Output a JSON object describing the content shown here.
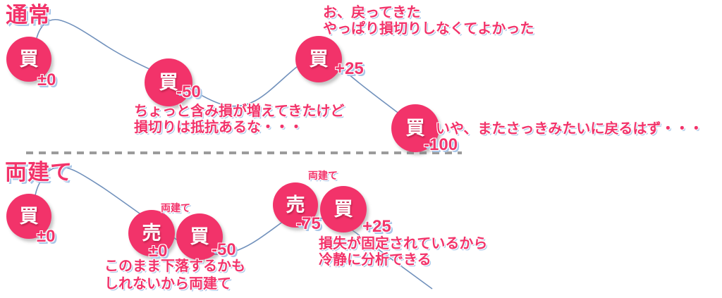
{
  "colors": {
    "pink": "#F2336A",
    "blue-shadow": "#A8C6E8",
    "curve": "#7191BC",
    "dash": "#9B9B9B"
  },
  "normal": {
    "title": "通常",
    "nodes": [
      {
        "label": "買",
        "value": "±0"
      },
      {
        "label": "買",
        "value": "-50"
      },
      {
        "label": "買",
        "value": "+25"
      },
      {
        "label": "買",
        "value": "-100"
      }
    ],
    "comments": [
      {
        "lines": [
          "ちょっと含み損が増えてきたけど",
          "損切りは抵抗あるな・・・"
        ]
      },
      {
        "lines": [
          "お、戻ってきた",
          "やっぱり損切りしなくてよかった"
        ]
      },
      {
        "lines": [
          "いや、またさっきみたいに戻るはず・・・"
        ]
      }
    ]
  },
  "hedge": {
    "title": "両建て",
    "entry_node": {
      "label": "買",
      "value": "±0"
    },
    "pairs": [
      {
        "tag": "両建て",
        "sell": {
          "label": "売",
          "value": "±0"
        },
        "buy": {
          "label": "買",
          "value": "-50"
        }
      },
      {
        "tag": "両建て",
        "sell": {
          "label": "売",
          "value": "-75"
        },
        "buy": {
          "label": "買",
          "value": "+25"
        }
      }
    ],
    "comments": [
      {
        "lines": [
          "このまま下落するかも",
          "しれないから両建て"
        ]
      },
      {
        "lines": [
          "損失が固定されているから",
          "冷静に分析できる"
        ]
      }
    ]
  }
}
